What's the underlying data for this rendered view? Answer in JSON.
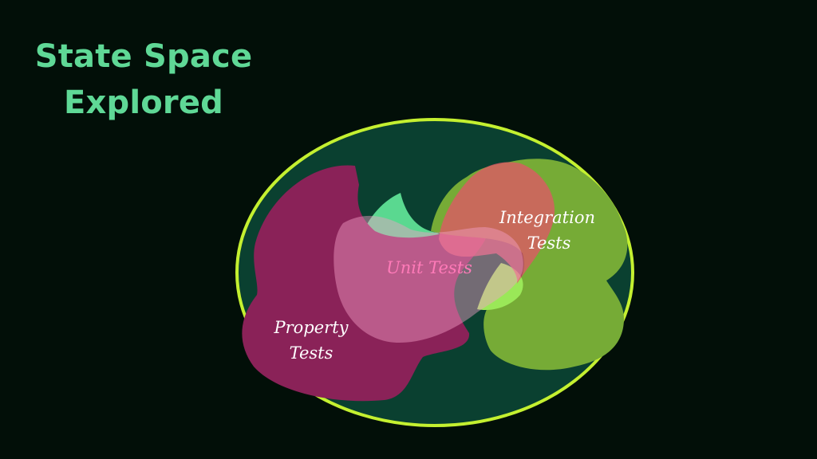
{
  "slide": {
    "title_line1": "State Space",
    "title_line2": "Explored"
  },
  "regions": {
    "property": {
      "line1": "Property",
      "line2": "Tests",
      "color": "#8a2258"
    },
    "unit": {
      "label": "Unit Tests",
      "color": "#f5a0c8"
    },
    "integration": {
      "line1": "Integration",
      "line2": "Tests",
      "color": "#86c240"
    }
  },
  "colors": {
    "background": "#020f08",
    "title": "#5fd896",
    "ellipse_fill": "#0a4030",
    "ellipse_stroke": "#c4f030",
    "unexplored_highlight": "#5ad890",
    "label_pink": "#ff7ab8",
    "label_white": "#ffffff"
  }
}
